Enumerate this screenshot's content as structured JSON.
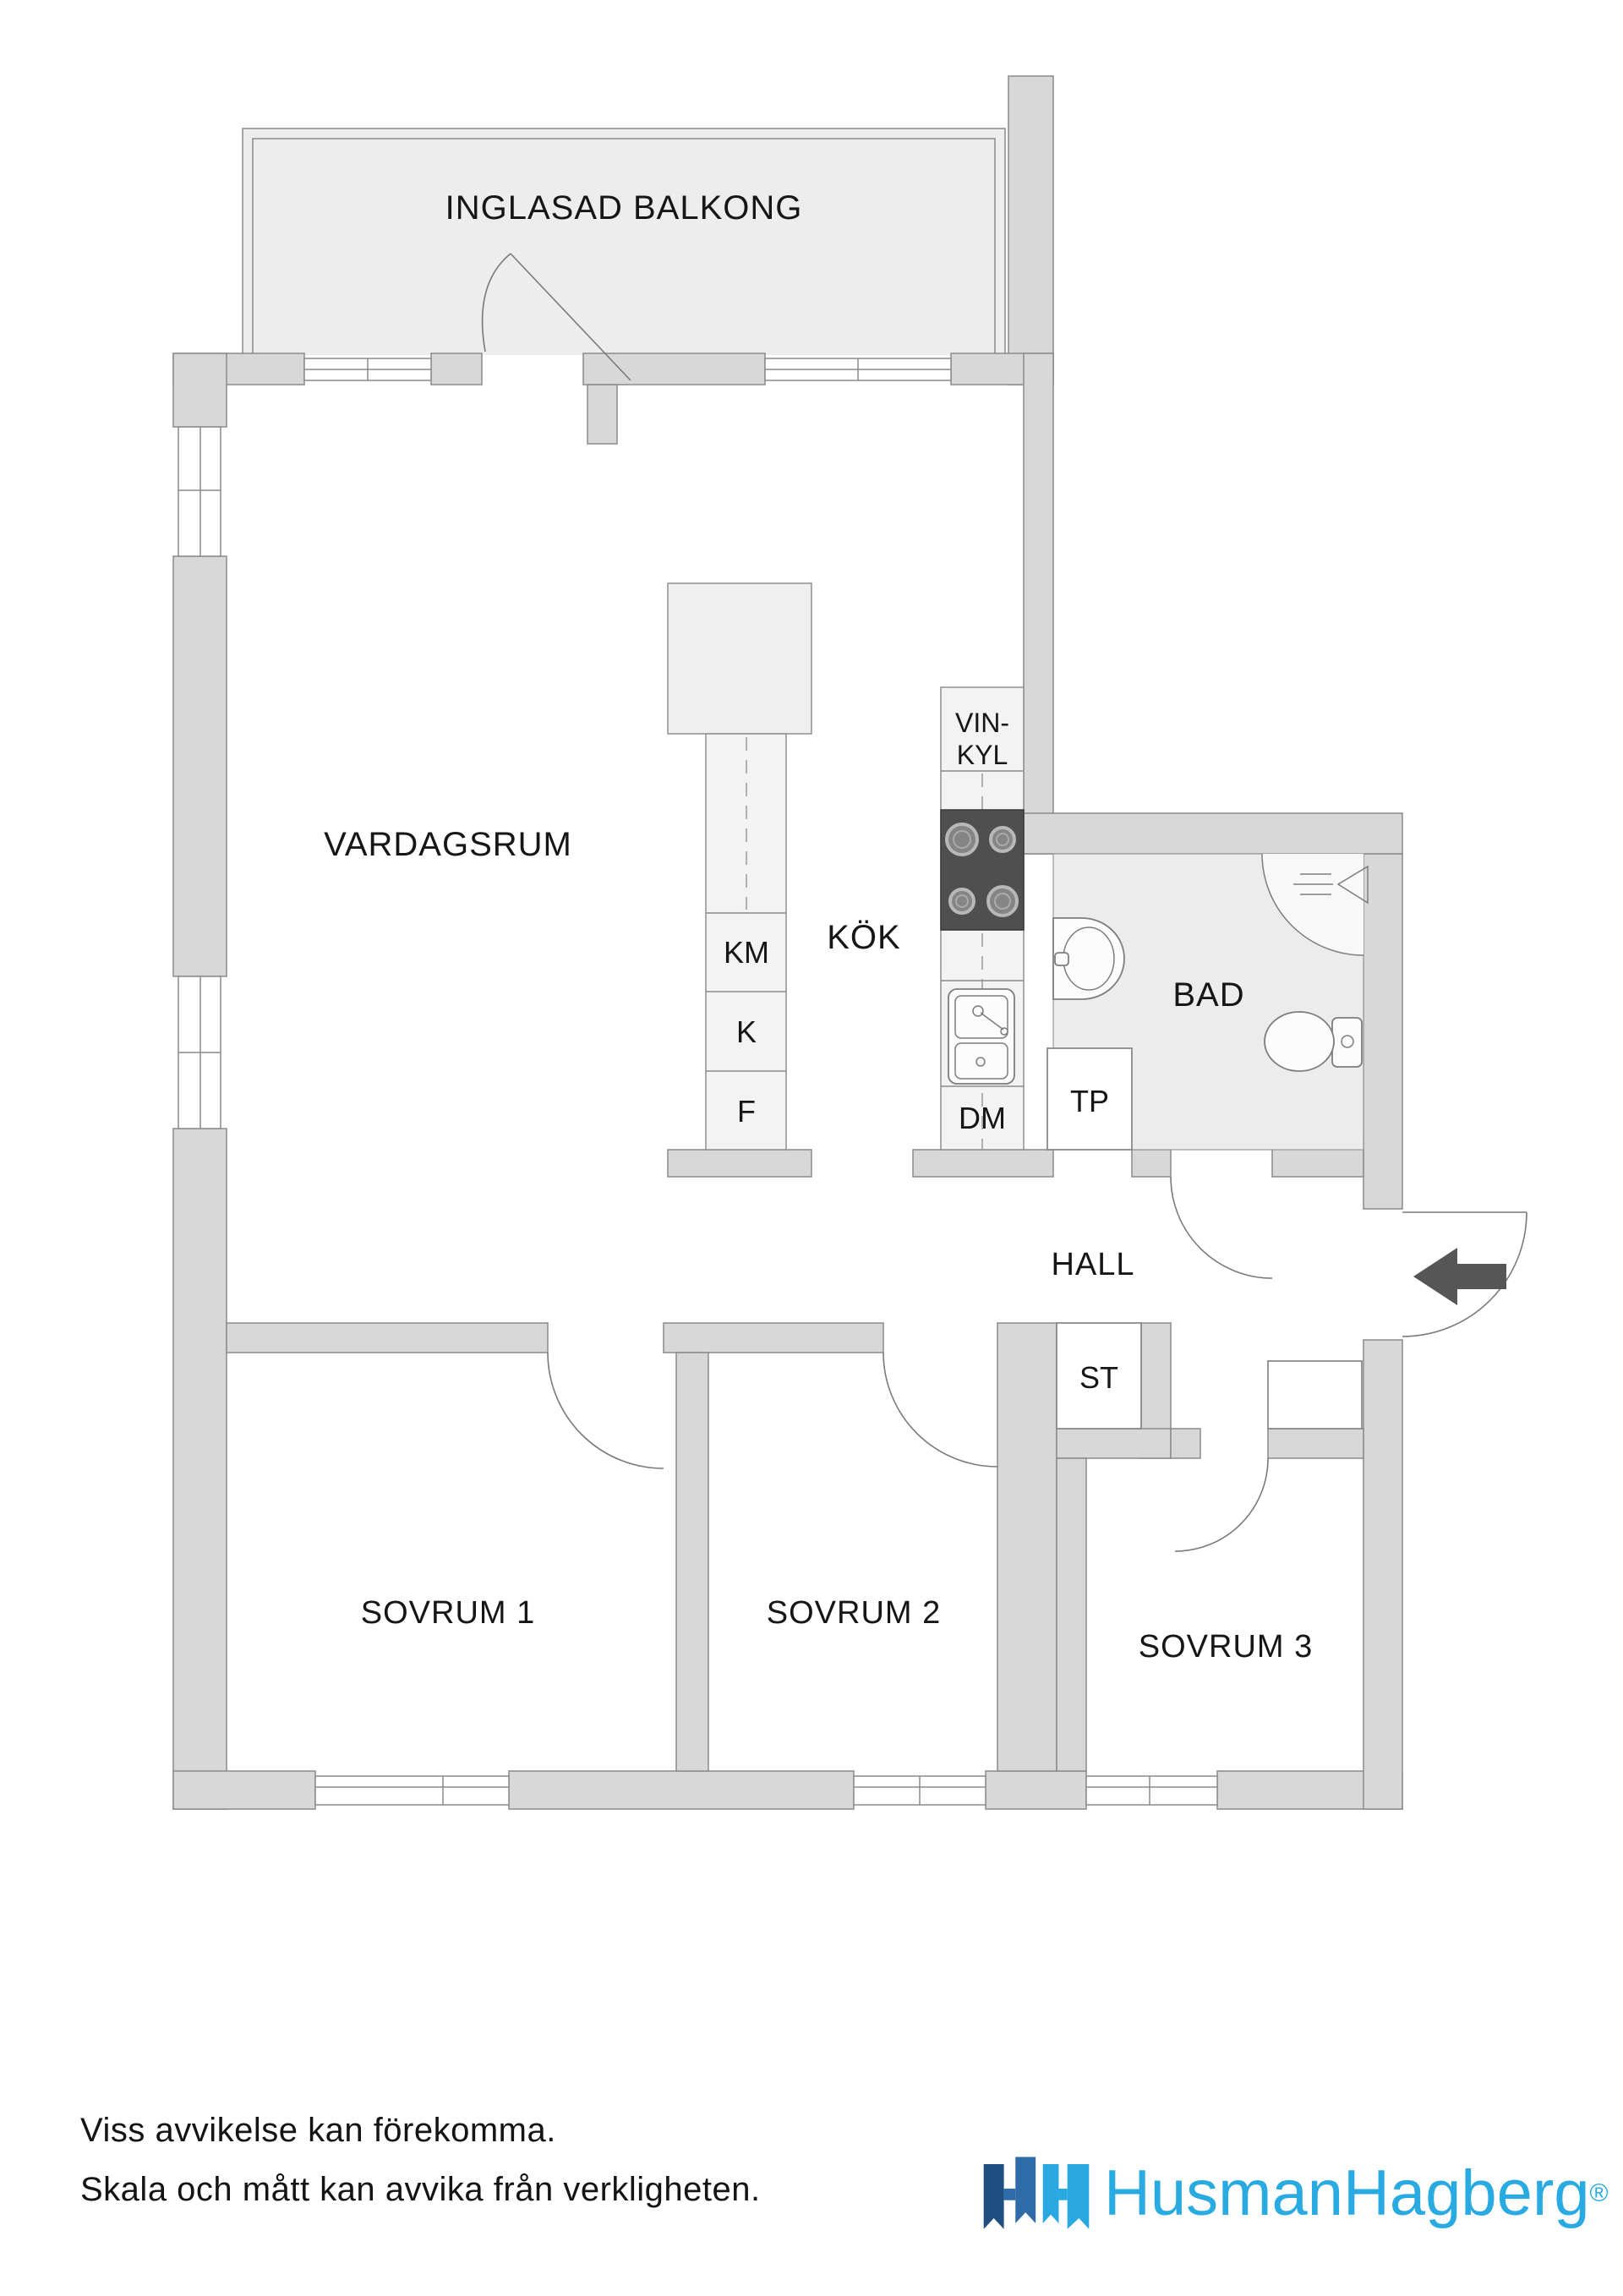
{
  "plan": {
    "balcony_label": "INGLASAD BALKONG",
    "rooms": {
      "living": "VARDAGSRUM",
      "kitchen": "KÖK",
      "bathroom": "BAD",
      "hall": "HALL",
      "bedroom1": "SOVRUM 1",
      "bedroom2": "SOVRUM 2",
      "bedroom3": "SOVRUM 3",
      "storage": "ST"
    },
    "units": {
      "vinkyl_line1": "VIN-",
      "vinkyl_line2": "KYL",
      "km": "KM",
      "k": "K",
      "f": "F",
      "dm": "DM",
      "tp": "TP"
    }
  },
  "footer": {
    "disclaimer_line1": "Viss avvikelse kan förekomma.",
    "disclaimer_line2": "Skala och mått kan avvika från verkligheten.",
    "brand": "HusmanHagberg",
    "registered": "®"
  },
  "colors": {
    "wall": "#d8d8d8",
    "wall_outline": "#8a8a8a",
    "bath_floor": "#ececec",
    "balcony_floor": "#ededed",
    "counter": "#f3f3f3",
    "stove": "#4f4f4f",
    "entry_arrow": "#565656",
    "logo_dark": "#1e4f80",
    "logo_mid": "#2e6ba8",
    "logo_light": "#2aa9e1",
    "logo_text": "#29abe2"
  }
}
